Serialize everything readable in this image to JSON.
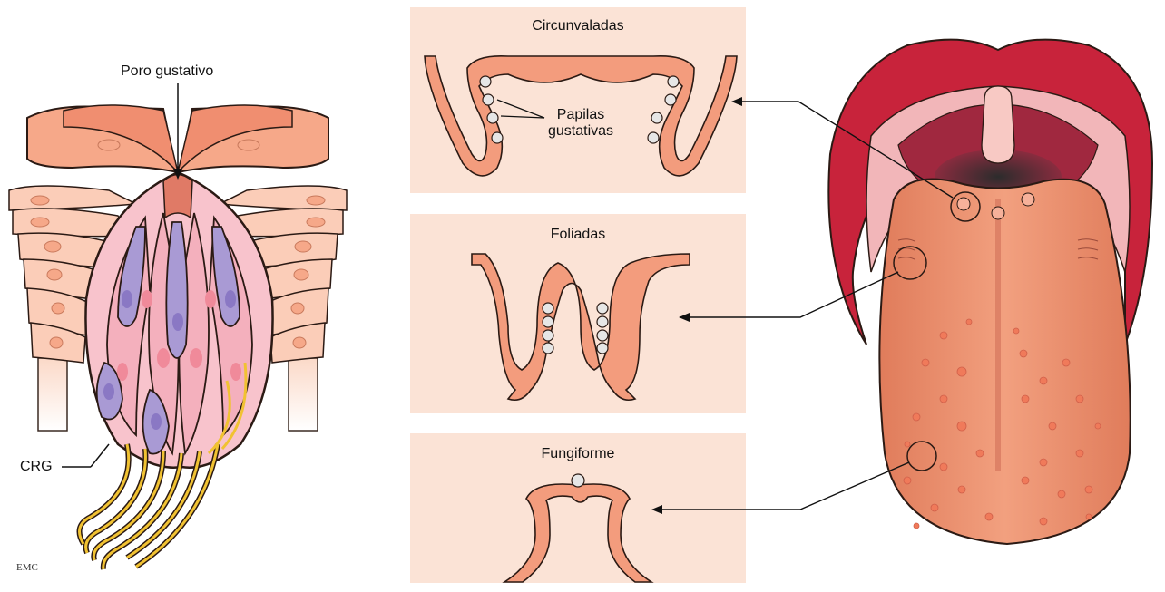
{
  "labels": {
    "taste_pore": "Poro gustativo",
    "crg": "CRG",
    "taste_papillae": "Papilas\ngustativas",
    "signature": "EMC"
  },
  "panels": [
    {
      "title": "Circunvaladas"
    },
    {
      "title": "Foliadas"
    },
    {
      "title": "Fungiforme"
    }
  ],
  "colors": {
    "panel_bg": "#fbe3d6",
    "tissue": "#f39c7d",
    "tissue_outline": "#2b1a14",
    "taste_cell_pink": "#f4b6bf",
    "taste_cell_purple": "#a99ad4",
    "nerve": "#f1c232",
    "lip": "#c8233b",
    "tongue": "#ec8c69",
    "palate": "#e39ca1"
  }
}
